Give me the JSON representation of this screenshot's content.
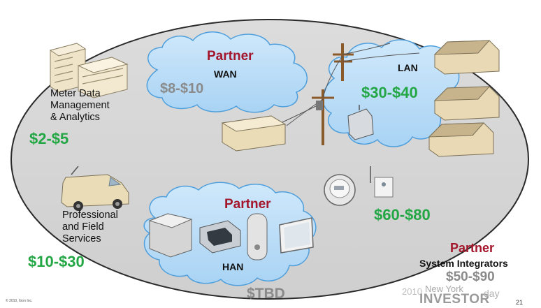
{
  "colors": {
    "ellipse": "#d4d4d4",
    "cloud": "#b9dcf7",
    "cloud_edge": "#4f9fdc",
    "partner": "#a3162b",
    "price_green": "#23a744",
    "price_gray": "#8a8a8a"
  },
  "wan": {
    "partner": "Partner",
    "label": "WAN",
    "price": "$8-$10"
  },
  "lan": {
    "label": "LAN",
    "price": "$30-$40"
  },
  "han": {
    "partner": "Partner",
    "label": "HAN",
    "price": "$TBD"
  },
  "meter_data": {
    "line1": "Meter Data",
    "line2": "Management",
    "line3": "& Analytics",
    "price": "$2-$5"
  },
  "field_services": {
    "line1": "Professional",
    "line2": "and Field",
    "line3": "Services",
    "price": "$10-$30"
  },
  "meters": {
    "price": "$60-$80"
  },
  "integrators": {
    "partner": "Partner",
    "label": "System Integrators",
    "price": "$50-$90"
  },
  "footer": {
    "copyright": "© 2010, Itron Inc.",
    "year": "2010",
    "new_york": "New York",
    "investor": "INVESTOR",
    "day": "day",
    "page_number": "21"
  },
  "icons": [
    "office-building-icon",
    "service-van-icon",
    "utility-pole-icon",
    "transformer-icon",
    "house-icon",
    "collector-box-icon",
    "electric-meter-icon",
    "meter-module-icon",
    "network-router-icon",
    "thermostat-icon",
    "in-home-display-icon"
  ]
}
